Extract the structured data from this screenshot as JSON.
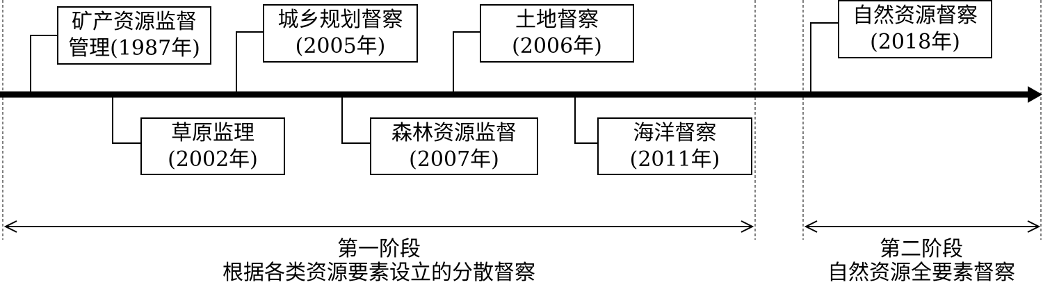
{
  "top_events": [
    {
      "line1": "矿产资源监督",
      "line2": "管理(1987年)"
    },
    {
      "line1": "城乡规划督察",
      "line2": "(2005年)"
    },
    {
      "line1": "土地督察",
      "line2": "(2006年)"
    },
    {
      "line1": "自然资源督察",
      "line2": "(2018年)"
    }
  ],
  "bottom_events": [
    {
      "line1": "草原监理",
      "line2": "(2002年)"
    },
    {
      "line1": "森林资源监督",
      "line2": "(2007年)"
    },
    {
      "line1": "海洋督察",
      "line2": "(2011年)"
    }
  ],
  "stages": [
    {
      "title": "第一阶段",
      "subtitle": "根据各类资源要素设立的分散督察"
    },
    {
      "title": "第二阶段",
      "subtitle": "自然资源全要素督察"
    }
  ]
}
